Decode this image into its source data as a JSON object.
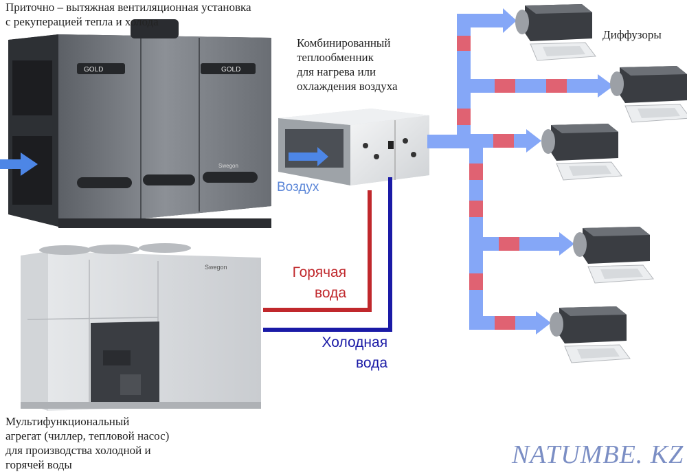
{
  "labels": {
    "ahu": [
      "Приточно – вытяжная вентиляционная установка",
      "с рекуперацией тепла и холода"
    ],
    "hex": [
      "Комбинированный",
      "теплообменник",
      "для нагрева или",
      "охлаждения воздуха"
    ],
    "diffusers": "Диффузоры",
    "air": "Воздух",
    "hot_water": [
      "Горячая",
      "вода"
    ],
    "cold_water": [
      "Холодная",
      "вода"
    ],
    "chiller": [
      "Мультифункциональный",
      "агрегат (чиллер, тепловой насос)",
      "для производства холодной и",
      "горячей воды"
    ],
    "ahu_brand": "GOLD",
    "swegon": "Swegon"
  },
  "watermark": "NATUMBE. KZ",
  "colors": {
    "duct": "#85a7f7",
    "duct_band": "#e06272",
    "hot_pipe": "#c0282c",
    "cold_pipe": "#1a1aa6",
    "air_label": "#5b86d8",
    "hot_label": "#c0282c",
    "cold_label": "#1a1aa6"
  }
}
